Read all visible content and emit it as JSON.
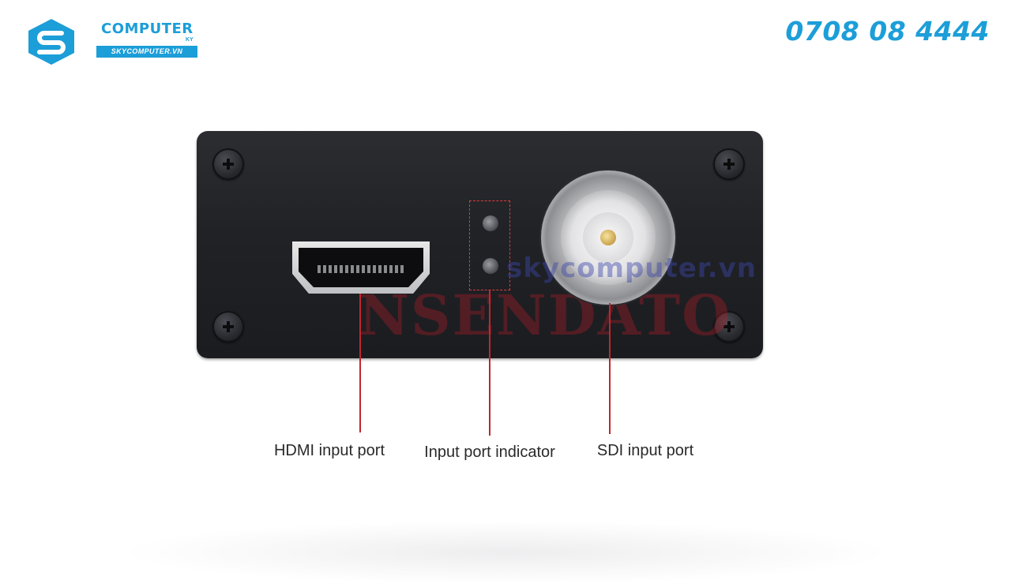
{
  "header": {
    "logo": {
      "brand_word": "COMPUTER",
      "brand_suffix": "KY",
      "url": "SKYCOMPUTER.VN"
    },
    "phone": "0708 08 4444"
  },
  "device": {
    "watermark_url": "skycomputer.vn",
    "watermark_brand": "NSENDATO"
  },
  "callouts": [
    {
      "label": "HDMI input port"
    },
    {
      "label": "Input port indicator"
    },
    {
      "label": "SDI input port"
    }
  ],
  "colors": {
    "brand_blue": "#1c9ed8",
    "callout_red": "#c0272d",
    "device_body": "#222428",
    "label_text": "#2a2a2a"
  }
}
